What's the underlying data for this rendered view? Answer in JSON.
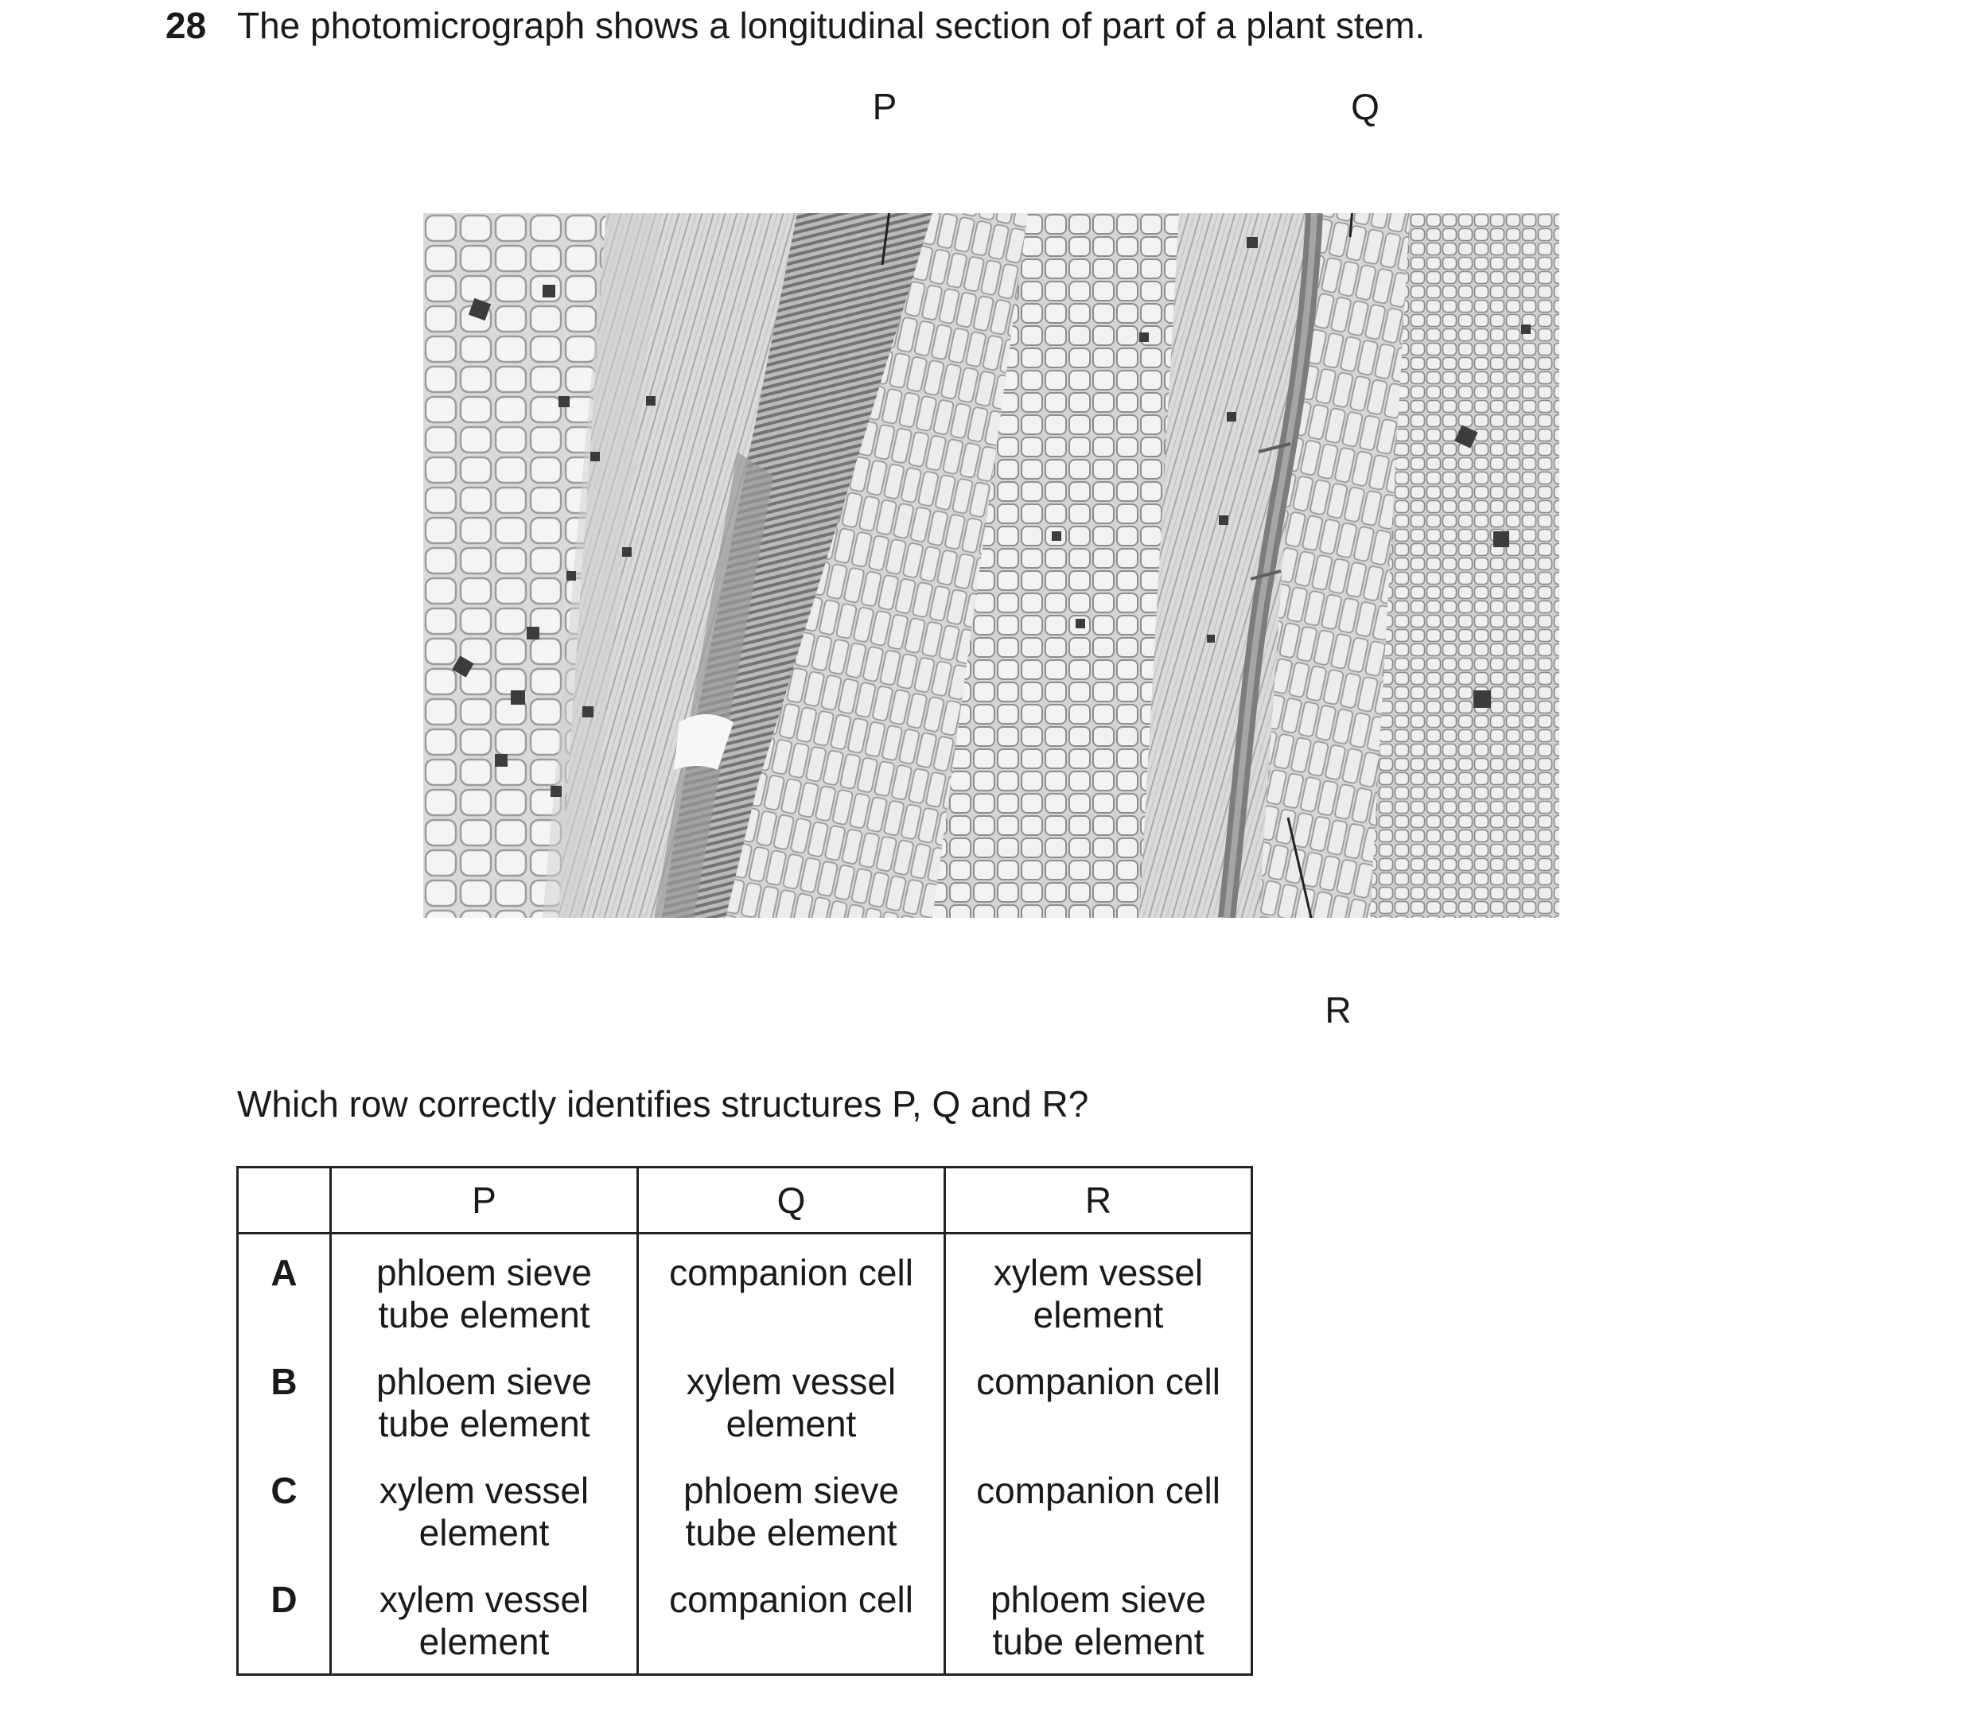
{
  "question": {
    "number": "28",
    "stem": "The photomicrograph shows a longitudinal section of part of a plant stem."
  },
  "figure": {
    "labels": {
      "p": "P",
      "q": "Q",
      "r": "R"
    }
  },
  "prompt": "Which row correctly identifies structures P, Q and R?",
  "table": {
    "headers": [
      "",
      "P",
      "Q",
      "R"
    ],
    "rows": [
      {
        "letter": "A",
        "p": "phloem sieve tube element",
        "q": "companion cell",
        "r": "xylem vessel element"
      },
      {
        "letter": "B",
        "p": "phloem sieve tube element",
        "q": "xylem vessel element",
        "r": "companion cell"
      },
      {
        "letter": "C",
        "p": "xylem vessel element",
        "q": "phloem sieve tube element",
        "r": "companion cell"
      },
      {
        "letter": "D",
        "p": "xylem vessel element",
        "q": "companion cell",
        "r": "phloem sieve tube element"
      }
    ]
  }
}
